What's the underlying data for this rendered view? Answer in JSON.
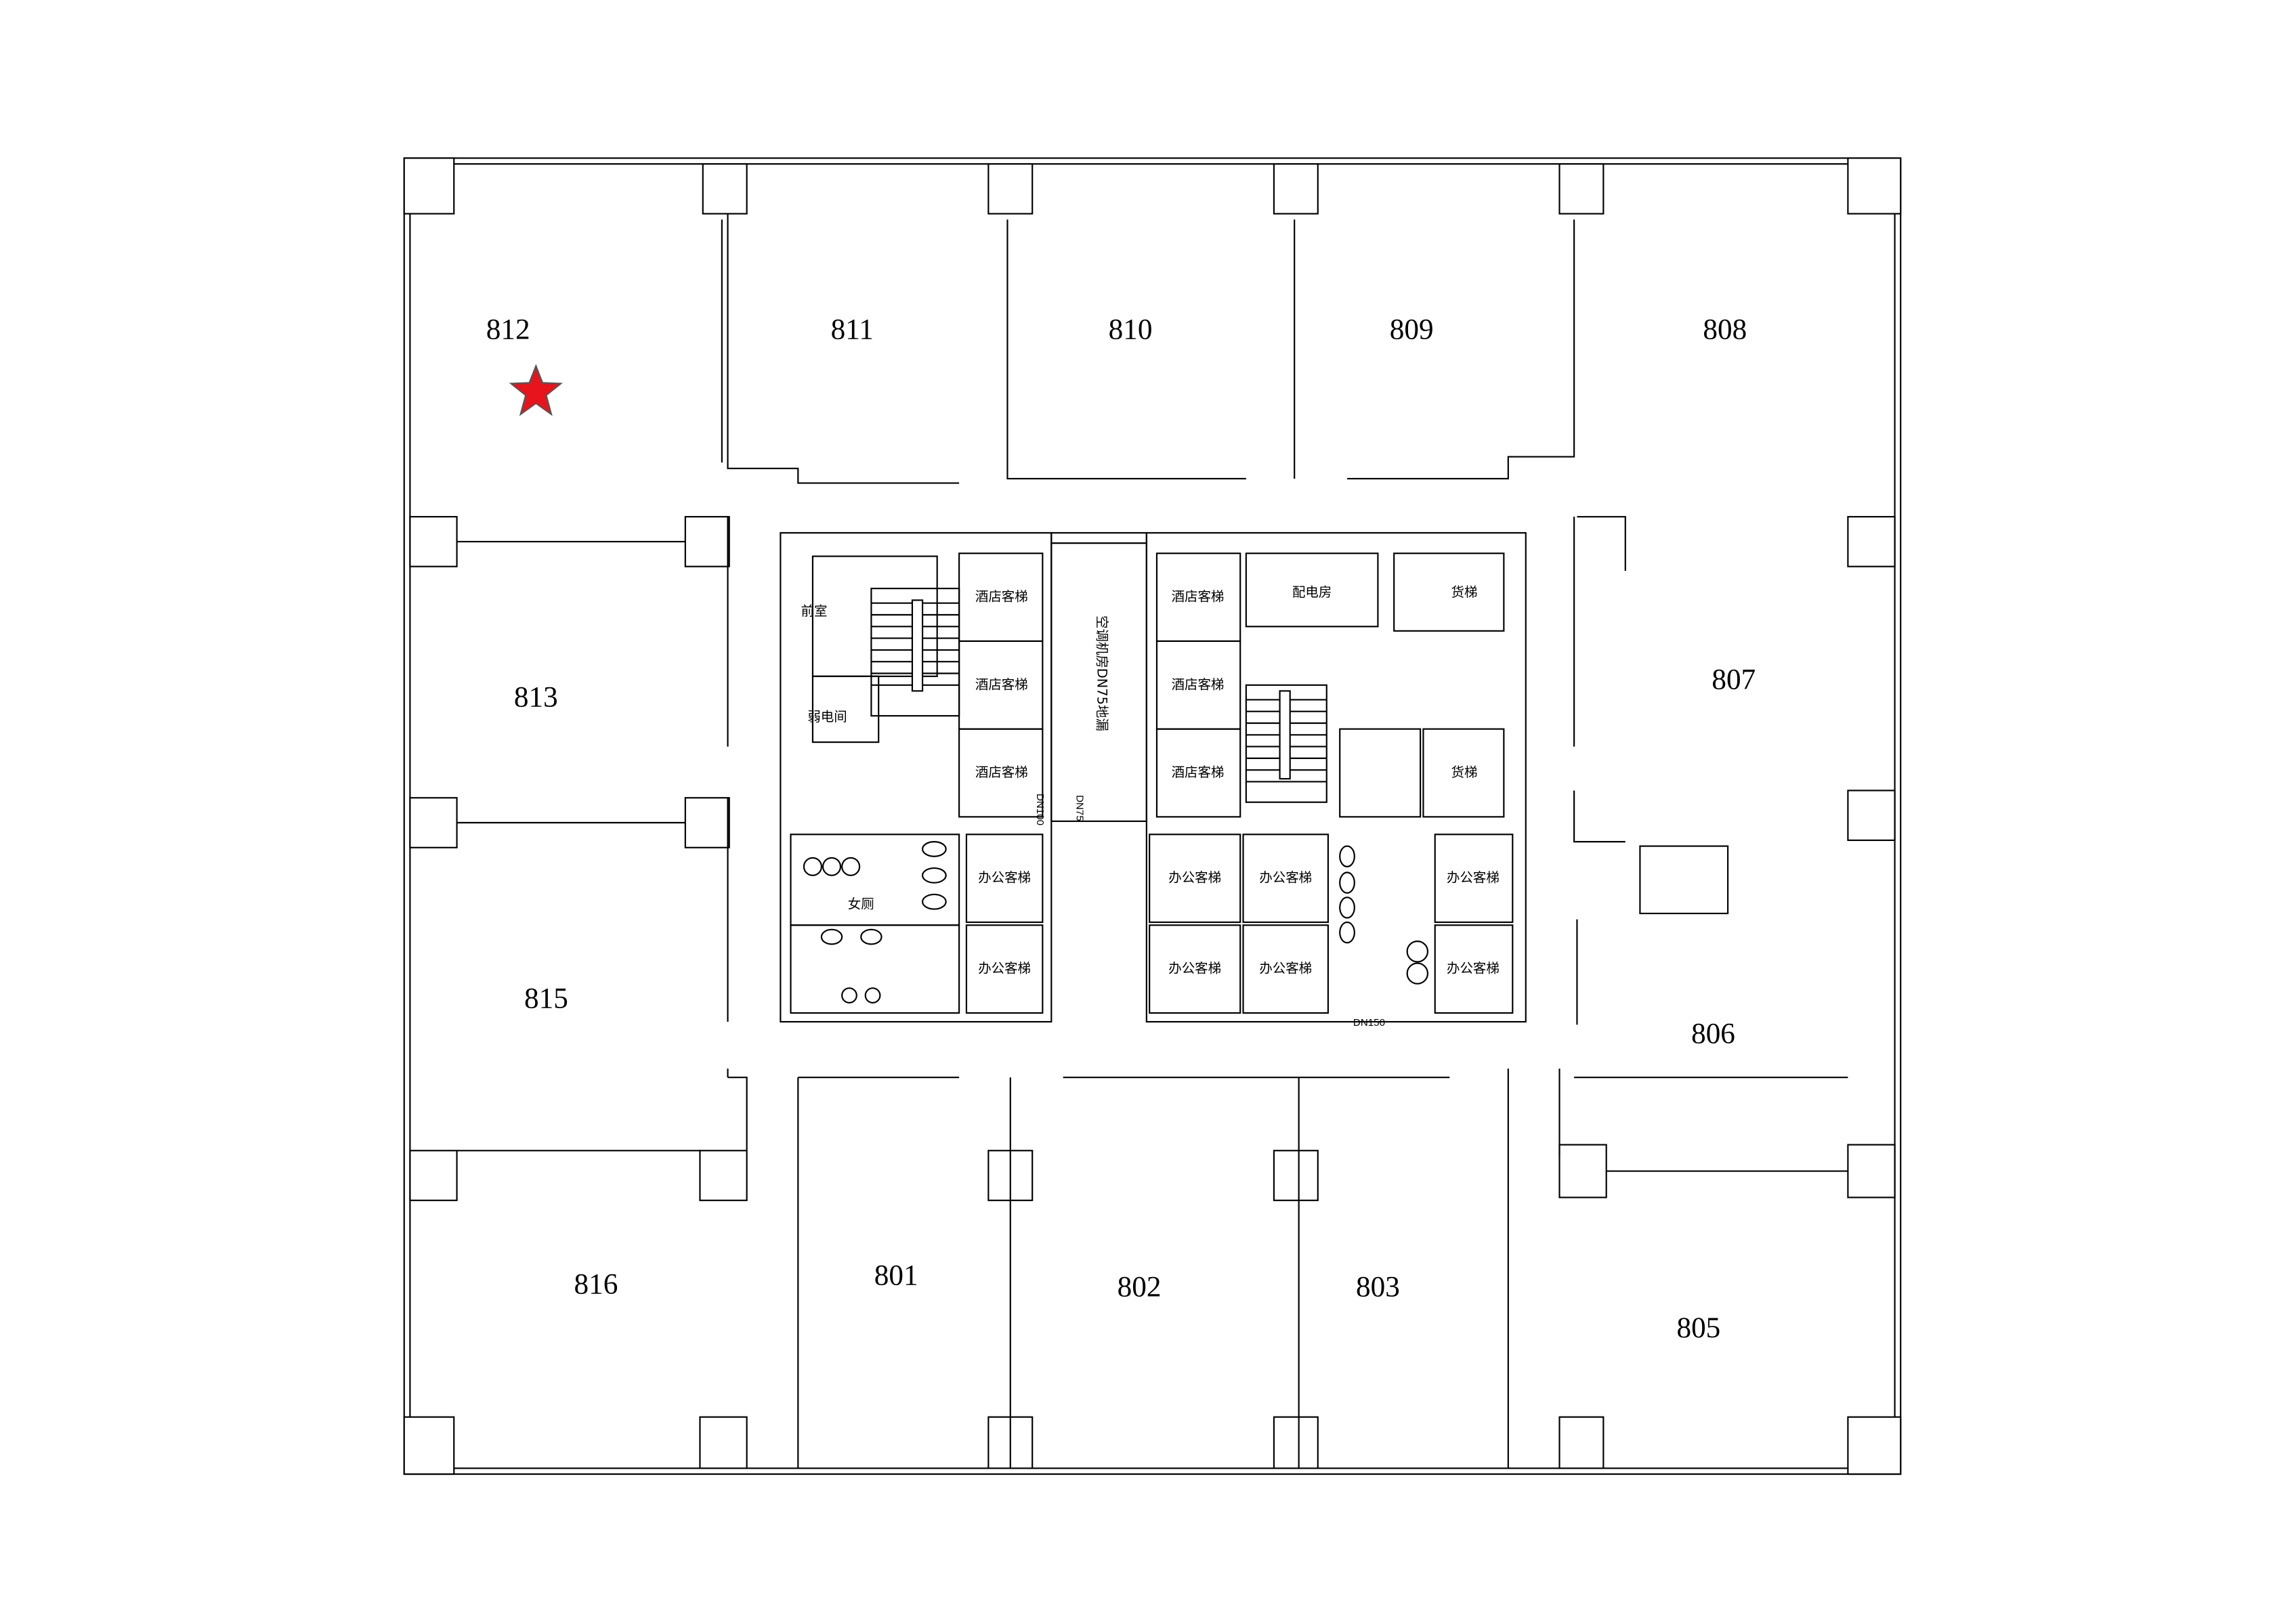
{
  "plan": {
    "rooms": [
      "812",
      "811",
      "810",
      "809",
      "808",
      "807",
      "813",
      "815",
      "806",
      "816",
      "801",
      "802",
      "803",
      "805"
    ],
    "core_labels": {
      "anteroom": "前室",
      "weak_current_room": "弱电间",
      "hotel_elevator_1": "酒店客梯",
      "hotel_elevator_2": "酒店客梯",
      "hotel_elevator_3": "酒店客梯",
      "hotel_elevator_4": "酒店客梯",
      "hotel_elevator_5": "酒店客梯",
      "hotel_elevator_6": "酒店客梯",
      "ac_room": "空调机房DN75地漏",
      "power_room": "配电房",
      "freight_1": "货梯",
      "freight_2": "货梯",
      "office_1": "办公客梯",
      "office_2": "办公客梯",
      "office_3": "办公客梯",
      "office_4": "办公客梯",
      "office_5": "办公客梯",
      "office_6": "办公客梯",
      "office_7": "办公客梯",
      "office_8": "办公客梯",
      "womens_wc": "女厕",
      "dn100": "DN100",
      "dn75": "DN75",
      "dn150": "DN150"
    },
    "marker_color": "#e8141b"
  }
}
